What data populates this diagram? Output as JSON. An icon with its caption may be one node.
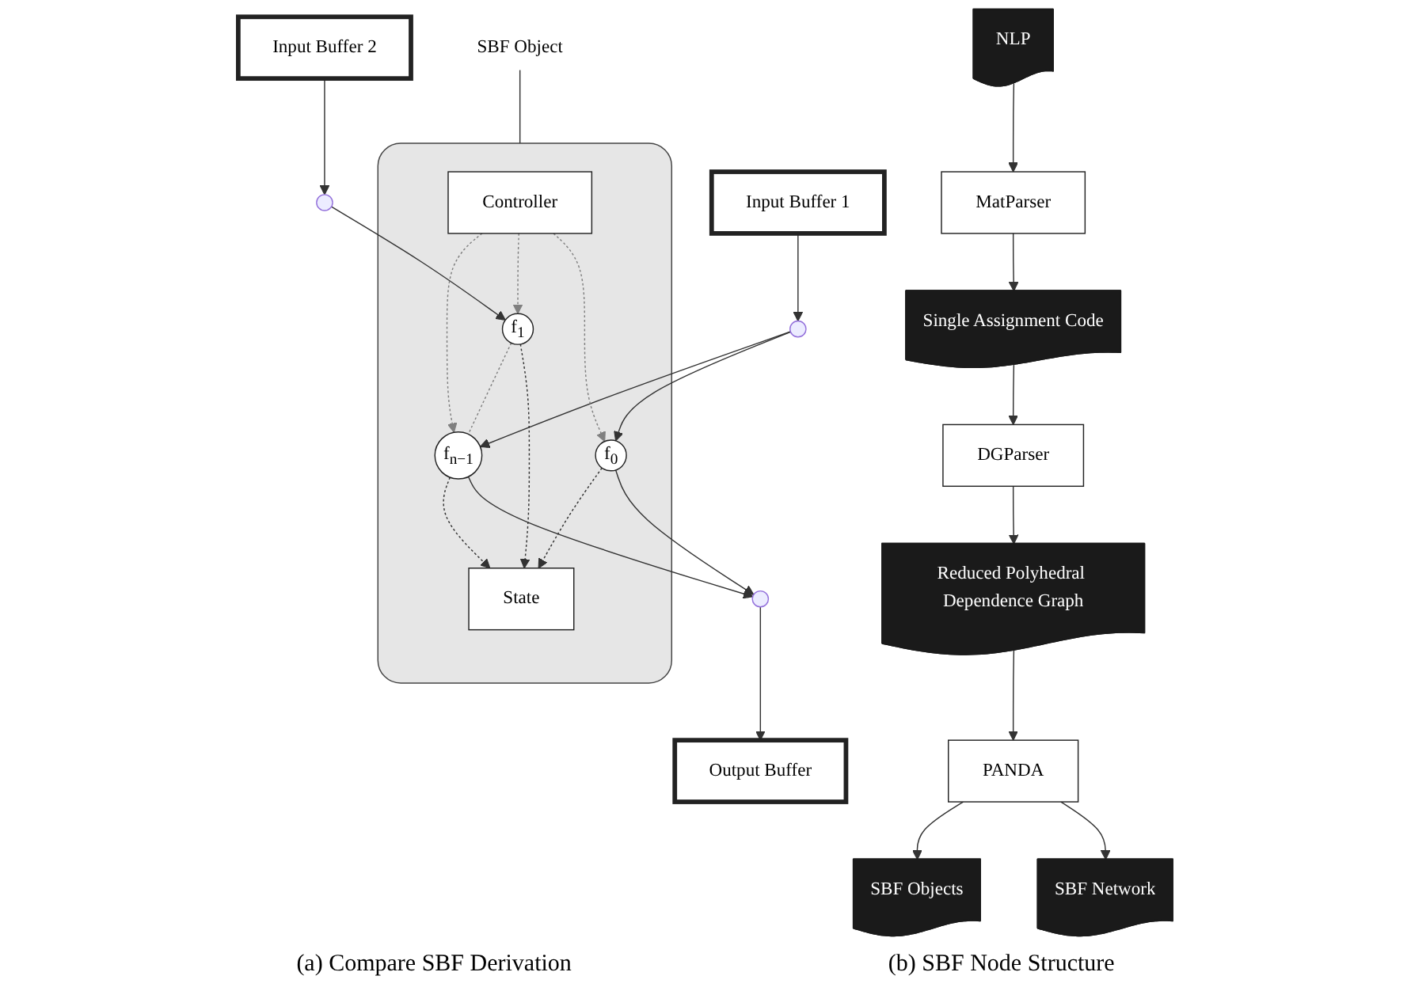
{
  "diagram": {
    "nodes": [
      {
        "text": [
          "NLP"
        ]
      },
      {
        "text": [
          "MatParser"
        ]
      },
      {
        "text": [
          "Single Assignment Code"
        ]
      },
      {
        "text": [
          "DGParser"
        ]
      },
      {
        "text": [
          "Reduced Polyhedral Dependence Graph"
        ]
      },
      {
        "text": [
          "PANDA"
        ]
      },
      {
        "text": [
          "SBF Network"
        ]
      },
      {
        "text": [
          "SBF Objects"
        ]
      },
      {
        "text": [
          "Input Buffer 1"
        ]
      },
      {
        "text": [
          "Input Buffer 2"
        ]
      },
      {
        "text": [],
        "shape": "box"
      },
      {
        "text": [
          "Controller"
        ],
        "in": 10
      },
      {
        "text": [
          "f$_{0}$"
        ],
        "in": 10
      },
      {
        "text": [
          "f$_{1}$"
        ],
        "in": 10
      },
      {
        "text": [
          "f$_{n−1}$"
        ],
        "in": 10
      },
      {
        "text": [
          "State"
        ],
        "in": 10
      },
      {
        "text": [],
        "shape": "circle"
      },
      {
        "text": [],
        "shape": "circle"
      },
      {
        "text": [],
        "shape": "circle"
      },
      {
        "text": [
          "Output Buffer"
        ]
      },
      {
        "text": [
          "SBF Object"
        ]
      }
    ],
    "edges": [
      {
        "from": 0,
        "to": 1,
        "arrow": "to"
      },
      {
        "from": 1,
        "to": 2,
        "arrow": "to"
      },
      {
        "from": 2,
        "to": 3,
        "arrow": "to"
      },
      {
        "from": 3,
        "to": 4,
        "arrow": "to"
      },
      {
        "from": 4,
        "to": 5,
        "arrow": "to"
      },
      {
        "from": 5,
        "to": 6,
        "arrow": "to"
      },
      {
        "from": 5,
        "to": 7,
        "arrow": "to"
      },
      {
        "from": 8,
        "to": 16,
        "arrow": "to"
      },
      {
        "from": 16,
        "to": 12,
        "arrow": "to"
      },
      {
        "from": 16,
        "to": 14,
        "arrow": "to"
      },
      {
        "from": 9,
        "to": 17,
        "arrow": "to"
      },
      {
        "from": 17,
        "to": 13,
        "arrow": "to"
      },
      {
        "from": 12,
        "to": 18,
        "arrow": "to"
      },
      {
        "from": 14,
        "to": 18,
        "arrow": "to"
      },
      {
        "from": 18,
        "to": 19,
        "arrow": "to"
      },
      {
        "from": 11,
        "to": 12,
        "arrow": "to",
        "style": "dashed",
        "color": "#808080"
      },
      {
        "from": 11,
        "to": 13,
        "arrow": "to",
        "style": "dashed",
        "color": "#808080"
      },
      {
        "from": 11,
        "to": 14,
        "arrow": "to",
        "style": "dashed",
        "color": "#808080"
      },
      {
        "from": 12,
        "to": 15,
        "arrow": "to",
        "style": "dashed"
      },
      {
        "from": 13,
        "to": 15,
        "arrow": "to",
        "style": "dashed"
      },
      {
        "from": 14,
        "to": 15,
        "arrow": "to",
        "style": "dashed"
      },
      {
        "from": 13,
        "to": 14,
        "arrow": "none",
        "style": "dashed",
        "color": "#808080"
      },
      {
        "from": 20,
        "to": 10,
        "arrow": "none"
      }
    ],
    "labels": [
      "(a) Compare SBF Derivation",
      "(b) SBF Node Structure"
    ]
  }
}
